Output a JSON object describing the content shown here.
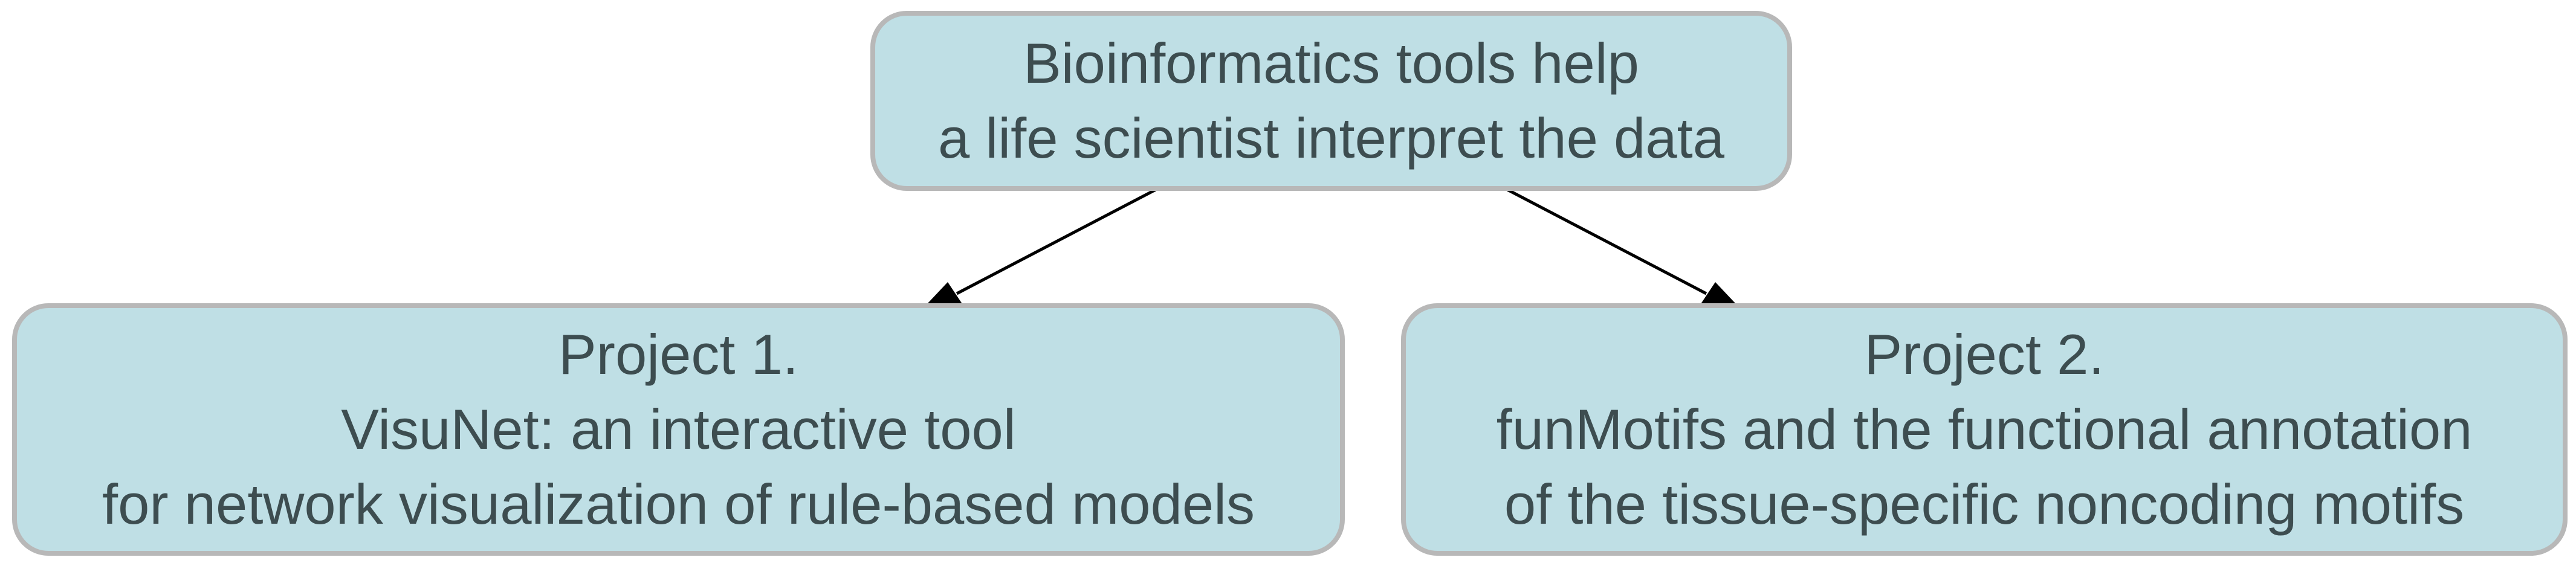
{
  "diagram": {
    "root": {
      "lines": [
        "Bioinformatics tools help",
        "a life scientist interpret the data"
      ]
    },
    "children": [
      {
        "lines": [
          "Project 1.",
          "VisuNet: an interactive tool",
          "for network visualization of rule-based models"
        ]
      },
      {
        "lines": [
          "Project 2.",
          "funMotifs and the functional annotation",
          "of the tissue-specific noncoding motifs"
        ]
      }
    ],
    "colors": {
      "node_fill": "#bfdfe5",
      "node_border": "#b8b8b8",
      "text": "#3d4d50",
      "edge": "#000000"
    }
  }
}
